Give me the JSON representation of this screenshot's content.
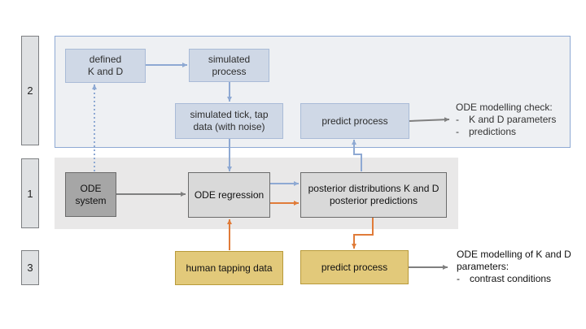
{
  "stages": [
    "2",
    "1",
    "3"
  ],
  "boxes": {
    "defined_kd": "defined\nK  and D",
    "simulated_process": "simulated\nprocess",
    "simulated_data": "simulated tick, tap\ndata (with noise)",
    "predict_process_top": "predict process",
    "ode_system": "ODE\nsystem",
    "ode_regression": "ODE regression",
    "posterior": "posterior distributions K and D\nposterior predictions",
    "human_tapping": "human tapping data",
    "predict_process_bottom": "predict process"
  },
  "notes": {
    "check_title": "ODE modelling check:",
    "check_items": [
      "K and D parameters",
      "predictions"
    ],
    "modelling_title": "ODE modelling of K and D\nparameters:",
    "modelling_items": [
      "contrast conditions"
    ],
    "bullet_mark": "-"
  },
  "colors": {
    "blue_arrow": "#8ea9d3",
    "gray_arrow": "#7f7f7f",
    "orange_arrow": "#e07b39"
  }
}
